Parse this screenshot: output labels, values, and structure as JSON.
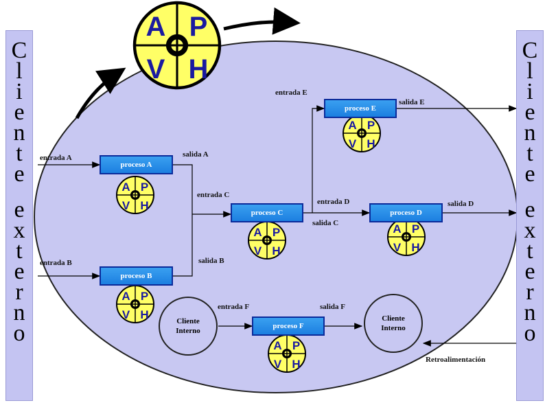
{
  "cycle": {
    "a": "A",
    "p": "P",
    "v": "V",
    "h": "H"
  },
  "left_client": {
    "letters": [
      "C",
      "l",
      "i",
      "e",
      "n",
      "t",
      "e",
      "",
      "e",
      "x",
      "t",
      "e",
      "r",
      "n",
      "o"
    ]
  },
  "right_client": {
    "letters": [
      "C",
      "l",
      "i",
      "e",
      "n",
      "t",
      "e",
      "",
      "e",
      "x",
      "t",
      "e",
      "r",
      "n",
      "o"
    ]
  },
  "processes": {
    "a": "proceso A",
    "b": "proceso B",
    "c": "proceso C",
    "d": "proceso D",
    "e": "proceso E",
    "f": "proceso F"
  },
  "labels": {
    "entrada_a": "entrada A",
    "entrada_b": "entrada B",
    "entrada_c": "entrada C",
    "entrada_d": "entrada D",
    "entrada_e": "entrada E",
    "entrada_f": "entrada F",
    "salida_a": "salida A",
    "salida_b": "salida B",
    "salida_c": "salida C",
    "salida_d": "salida D",
    "salida_e": "salida E",
    "salida_f": "salida F",
    "retro": "Retroalimentación"
  },
  "internal_clients": {
    "line1": "Cliente",
    "line2": "Interno"
  },
  "colors": {
    "ellipse": "#c8c8f2",
    "process": "#1c7fe0",
    "cycle": "#ffff66",
    "bar": "#c4c4f2"
  }
}
